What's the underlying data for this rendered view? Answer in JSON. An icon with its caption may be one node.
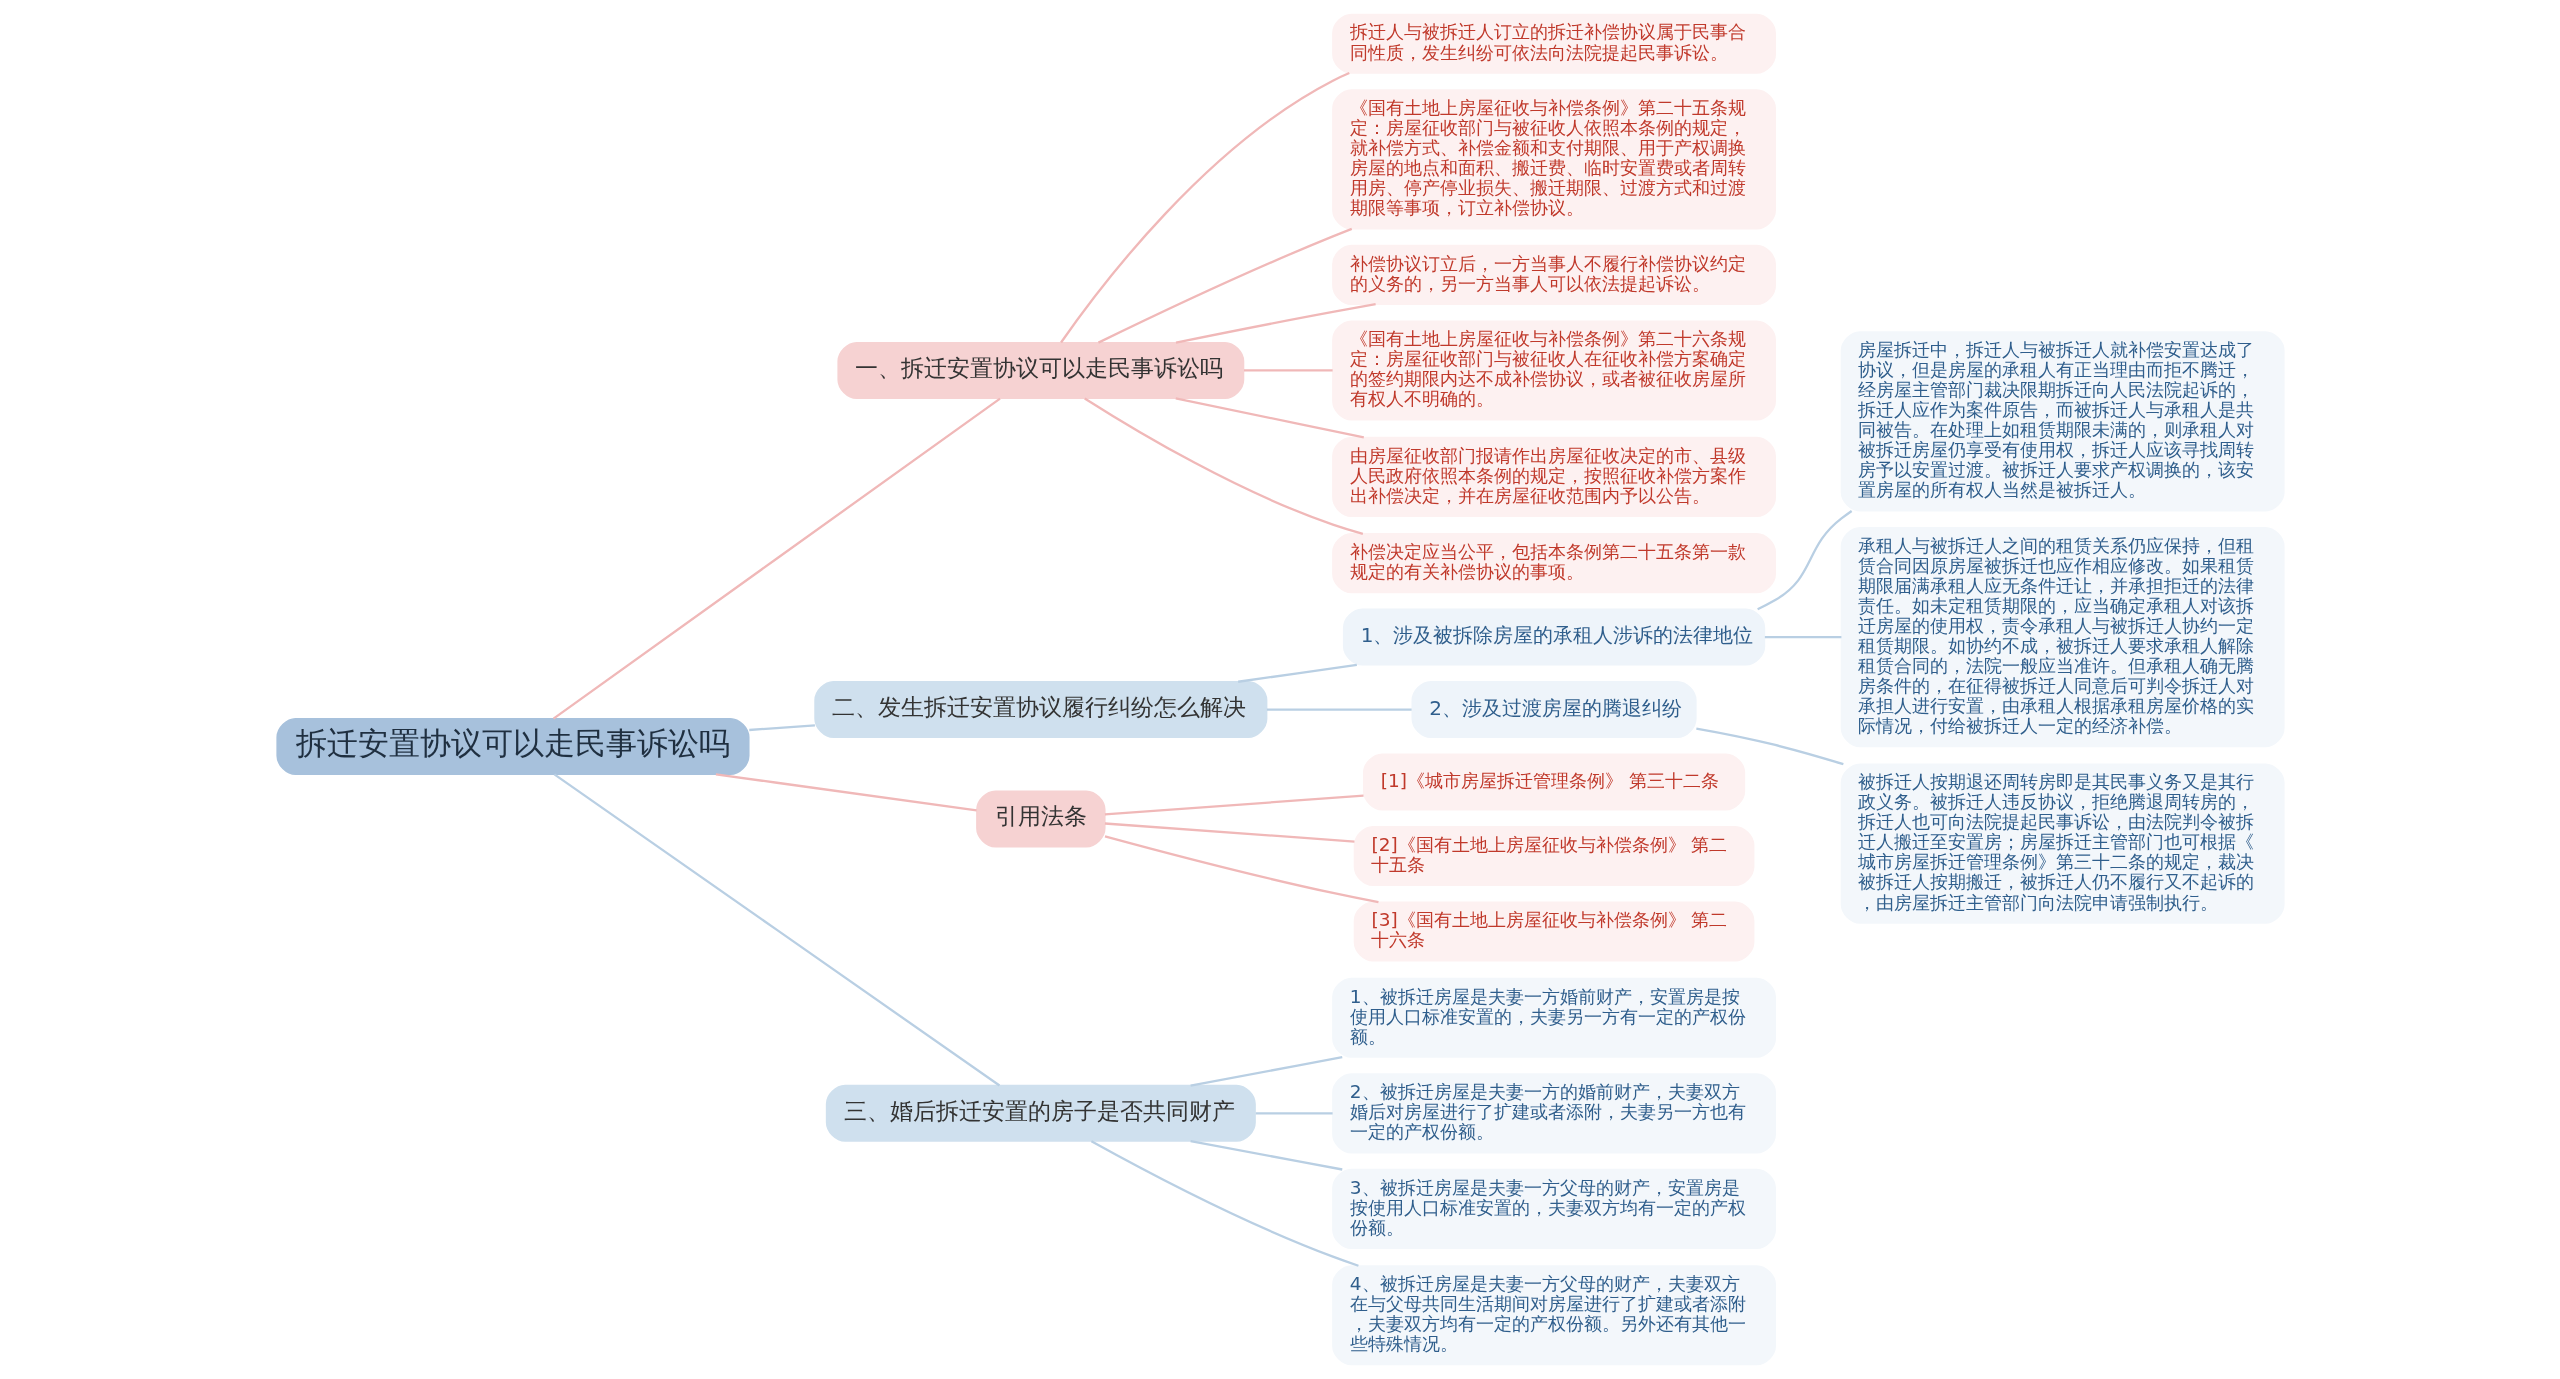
{
  "diagram": {
    "nodes": [
      {
        "text": [
          "拆迁安置协议可以走民事诉讼吗"
        ]
      },
      {
        "text": [
          "一、拆迁安置协议可以走民事诉讼吗"
        ]
      },
      {
        "text": [
          "拆迁人与被拆迁人订立的拆迁补偿协议属于民事合同性质，发生纠纷可依法向法院提起民事诉讼。"
        ]
      },
      {
        "text": [
          "《国有土地上房屋征收与补偿条例》第二十五条规定：房屋征收部门与被征收人依照本条例的规定，就补偿方式、补偿金额和支付期限、用于产权调换房屋的地点和面积、搬迁费、临时安置费或者周转用房、停产停业损失、搬迁期限、过渡方式和过渡期限等事项，订立补偿协议。"
        ]
      },
      {
        "text": [
          "补偿协议订立后，一方当事人不履行补偿协议约定的义务的，另一方当事人可以依法提起诉讼。"
        ]
      },
      {
        "text": [
          "《国有土地上房屋征收与补偿条例》第二十六条规定：房屋征收部门与被征收人在征收补偿方案确定的签约期限内达不成补偿协议，或者被征收房屋所有权人不明确的。"
        ]
      },
      {
        "text": [
          "由房屋征收部门报请作出房屋征收决定的市、县级人民政府依照本条例的规定，按照征收补偿方案作出补偿决定，并在房屋征收范围内予以公告。"
        ]
      },
      {
        "text": [
          "补偿决定应当公平，包括本条例第二十五条第一款规定的有关补偿协议的事项。"
        ]
      },
      {
        "text": [
          "二、发生拆迁安置协议履行纠纷怎么解决"
        ]
      },
      {
        "text": [
          "1、涉及被拆除房屋的承租人涉诉的法律地位"
        ]
      },
      {
        "text": [
          "房屋拆迁中，拆迁人与被拆迁人就补偿安置达成了协议，但是房屋的承租人有正当理由而拒不腾迁，经房屋主管部门裁决限期拆迁向人民法院起诉的，拆迁人应作为案件原告，而被拆迁人与承租人是共同被告。在处理上如租赁期限未满的，则承租人对被拆迁房屋仍享受有使用权，拆迁人应该寻找周转房予以安置过渡。被拆迁人要求产权调换的，该安置房屋的所有权人当然是被拆迁人。"
        ]
      },
      {
        "text": [
          "承租人与被拆迁人之间的租赁关系仍应保持，但租赁合同因原房屋被拆迁也应作相应修改。如果租赁期限届满承租人应无条件迁让，并承担拒迁的法律责任。如未定租赁期限的，应当确定承租人对该拆迁房屋的使用权，责令承租人与被拆迁人协约一定租赁期限。如协约不成，被拆迁人要求承租人解除租赁合同的，法院一般应当准许。但承租人确无腾房条件的，在征得被拆迁人同意后可判令拆迁人对承担人进行安置，由承租人根据承租房屋价格的实际情况，付给被拆迁人一定的经济补偿。"
        ]
      },
      {
        "text": [
          "2、涉及过渡房屋的腾退纠纷"
        ]
      },
      {
        "text": [
          "被拆迁人按期退还周转房即是其民事义务又是其行政义务。被拆迁人违反协议，拒绝腾退周转房的，拆迁人也可向法院提起民事诉讼，由法院判令被拆迁人搬迁至安置房；房屋拆迁主管部门也可根据《城市房屋拆迁管理条例》第三十二条的规定，裁决被拆迁人按期搬迁，被拆迁人仍不履行又不起诉的，由房屋拆迁主管部门向法院申请强制执行。"
        ]
      },
      {
        "text": [
          "引用法条"
        ]
      },
      {
        "text": [
          "[1]《城市房屋拆迁管理条例》 第三十二条"
        ]
      },
      {
        "text": [
          "[2]《国有土地上房屋征收与补偿条例》 第二十五条"
        ]
      },
      {
        "text": [
          "[3]《国有土地上房屋征收与补偿条例》 第二十六条"
        ]
      },
      {
        "text": [
          "三、婚后拆迁安置的房子是否共同财产"
        ]
      },
      {
        "text": [
          "1、被拆迁房屋是夫妻一方婚前财产，安置房是按使用人口标准安置的，夫妻另一方有一定的产权份额。"
        ]
      },
      {
        "text": [
          "2、被拆迁房屋是夫妻一方的婚前财产，夫妻双方婚后对房屋进行了扩建或者添附，夫妻另一方也有一定的产权份额。"
        ]
      },
      {
        "text": [
          "3、被拆迁房屋是夫妻一方父母的财产，安置房是按使用人口标准安置的，夫妻双方均有一定的产权份额。"
        ]
      },
      {
        "text": [
          "4、被拆迁房屋是夫妻一方父母的财产，夫妻双方在与父母共同生活期间对房屋进行了扩建或者添附，夫妻双方均有一定的产权份额。另外还有其他一些特殊情况。"
        ]
      }
    ],
    "edges": [
      {
        "from": 0,
        "to": 1,
        "arrow": "none",
        "color": "#f0b8b8"
      },
      {
        "from": 1,
        "to": 2,
        "arrow": "none",
        "color": "#f0b8b8"
      },
      {
        "from": 1,
        "to": 3,
        "arrow": "none",
        "color": "#f0b8b8"
      },
      {
        "from": 1,
        "to": 4,
        "arrow": "none",
        "color": "#f0b8b8"
      },
      {
        "from": 1,
        "to": 5,
        "arrow": "none",
        "color": "#f0b8b8"
      },
      {
        "from": 1,
        "to": 6,
        "arrow": "none",
        "color": "#f0b8b8"
      },
      {
        "from": 1,
        "to": 7,
        "arrow": "none",
        "color": "#f0b8b8"
      },
      {
        "from": 0,
        "to": 8,
        "arrow": "none"
      },
      {
        "from": 8,
        "to": 9,
        "arrow": "none"
      },
      {
        "from": 9,
        "to": 10,
        "arrow": "none"
      },
      {
        "from": 9,
        "to": 11,
        "arrow": "none"
      },
      {
        "from": 8,
        "to": 12,
        "arrow": "none"
      },
      {
        "from": 12,
        "to": 13,
        "arrow": "none"
      },
      {
        "from": 0,
        "to": 14,
        "arrow": "none",
        "color": "#f0b8b8"
      },
      {
        "from": 14,
        "to": 15,
        "arrow": "none",
        "color": "#f0b8b8"
      },
      {
        "from": 14,
        "to": 16,
        "arrow": "none",
        "color": "#f0b8b8"
      },
      {
        "from": 14,
        "to": 17,
        "arrow": "none",
        "color": "#f0b8b8"
      },
      {
        "from": 0,
        "to": 18,
        "arrow": "none"
      },
      {
        "from": 18,
        "to": 19,
        "arrow": "none"
      },
      {
        "from": 18,
        "to": 20,
        "arrow": "none"
      },
      {
        "from": 18,
        "to": 21,
        "arrow": "none"
      },
      {
        "from": 18,
        "to": 22,
        "arrow": "none"
      }
    ]
  }
}
